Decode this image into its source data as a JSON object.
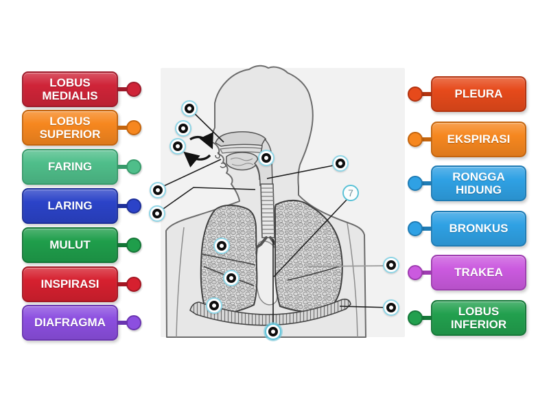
{
  "activity": {
    "kind": "labelled-diagram",
    "badge_number": "7",
    "target_ring_color": "#8ed5e6",
    "line_color": "#1c1c1c"
  },
  "labels": {
    "left": [
      {
        "text": "LOBUS MEDIALIS",
        "color": "#cf2438",
        "dark": "#9e1b2b"
      },
      {
        "text": "LOBUS SUPERIOR",
        "color": "#f6871f",
        "dark": "#c4650e"
      },
      {
        "text": "FARING",
        "color": "#4fbe8a",
        "dark": "#379a6a"
      },
      {
        "text": "LARING",
        "color": "#2b43c8",
        "dark": "#1d2f99"
      },
      {
        "text": "MULUT",
        "color": "#1f9e4b",
        "dark": "#147536"
      },
      {
        "text": "INSPIRASI",
        "color": "#d6202f",
        "dark": "#a31622"
      },
      {
        "text": "DIAFRAGMA",
        "color": "#8c4fe0",
        "dark": "#6a35b0"
      }
    ],
    "right": [
      {
        "text": "PLEURA",
        "color": "#e64a1b",
        "dark": "#b23310"
      },
      {
        "text": "EKSPIRASI",
        "color": "#f6871f",
        "dark": "#c4650e"
      },
      {
        "text": "RONGGA HIDUNG",
        "color": "#2fa1e4",
        "dark": "#1f7cb5"
      },
      {
        "text": "BRONKUS",
        "color": "#2fa1e4",
        "dark": "#1f7cb5"
      },
      {
        "text": "TRAKEA",
        "color": "#cb5adf",
        "dark": "#9e3cb0"
      },
      {
        "text": "LOBUS INFERIOR",
        "color": "#22a04e",
        "dark": "#167839"
      }
    ]
  }
}
